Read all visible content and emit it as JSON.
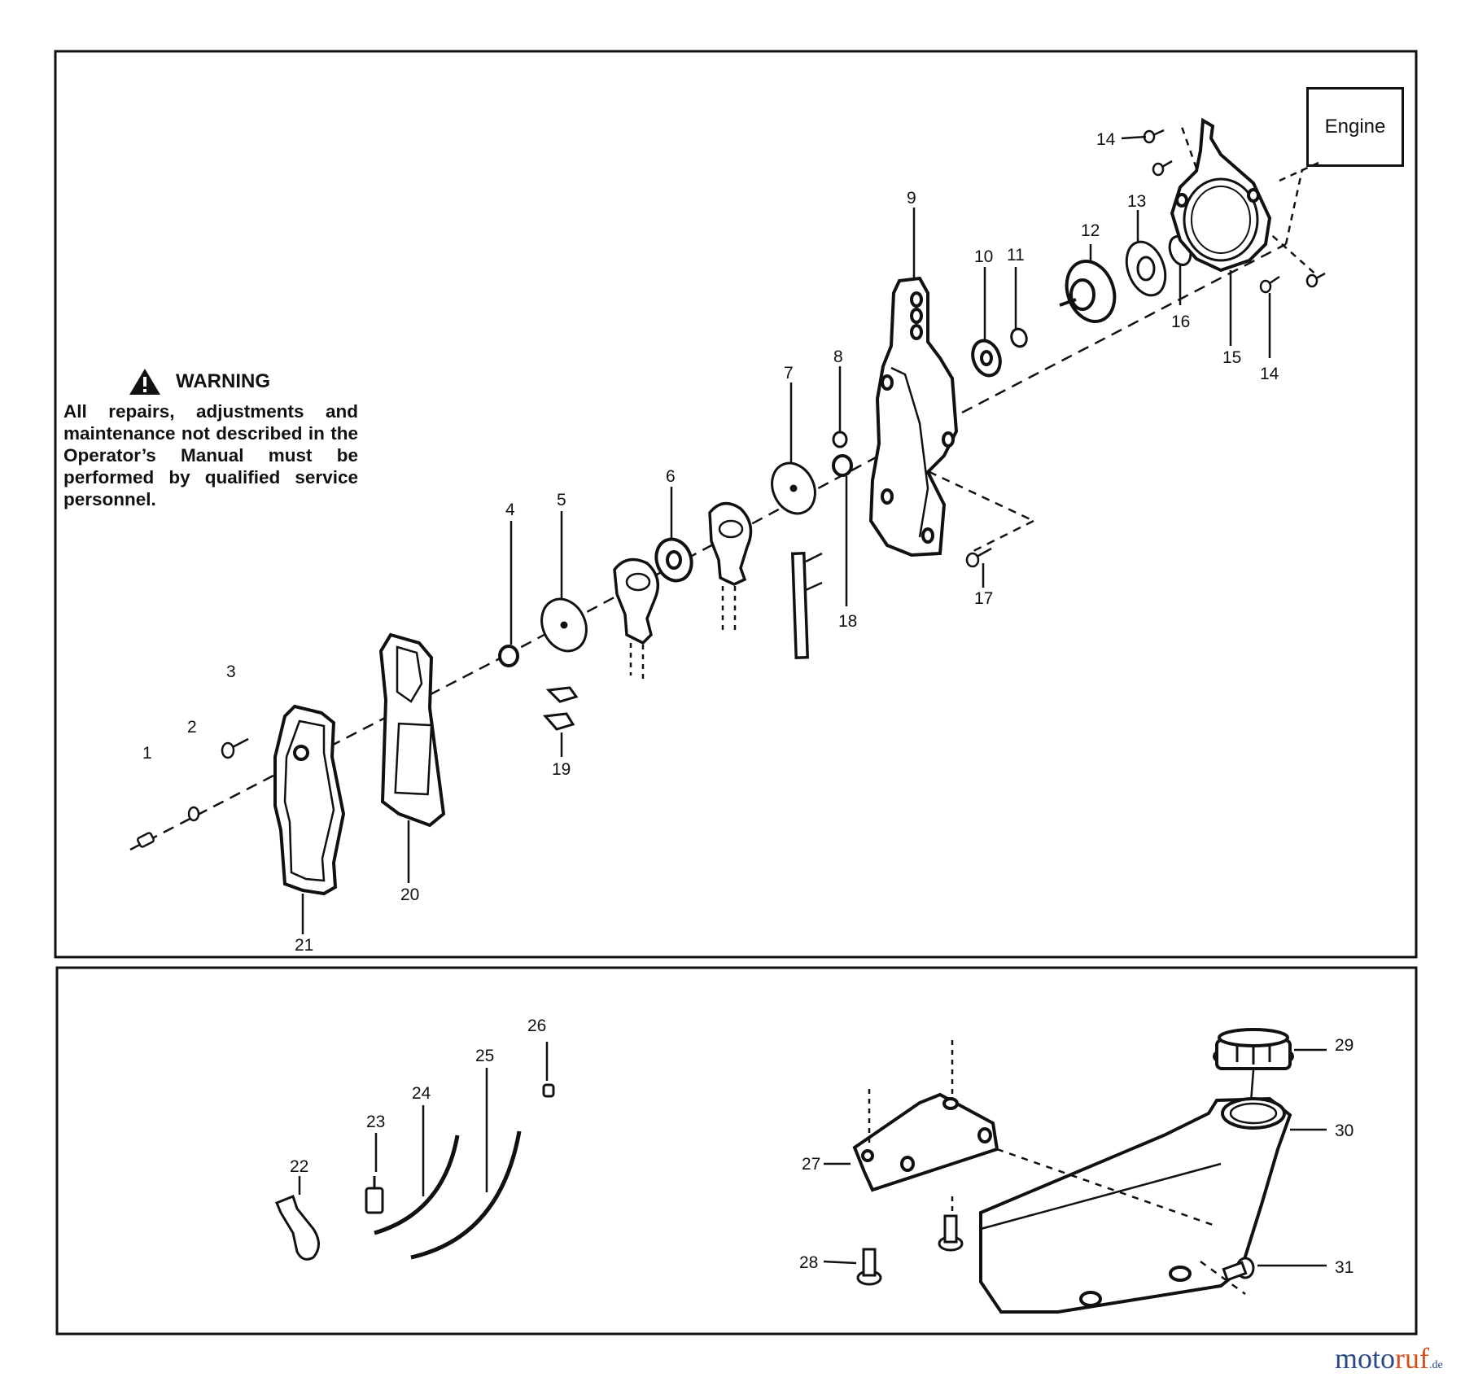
{
  "warning": {
    "title": "WARNING",
    "text": "All repairs, adjustments and maintenance not described in the Operator’s Manual must be performed by qualified service personnel."
  },
  "engine_label": "Engine",
  "brand": {
    "name_a": "moto",
    "name_b": "ruf",
    "tld": ".de"
  },
  "callouts": [
    "1",
    "2",
    "3",
    "4",
    "5",
    "6",
    "7",
    "8",
    "9",
    "10",
    "11",
    "12",
    "13",
    "14",
    "14",
    "15",
    "16",
    "17",
    "18",
    "19",
    "20",
    "21",
    "22",
    "23",
    "24",
    "25",
    "26",
    "27",
    "28",
    "29",
    "30",
    "31"
  ]
}
